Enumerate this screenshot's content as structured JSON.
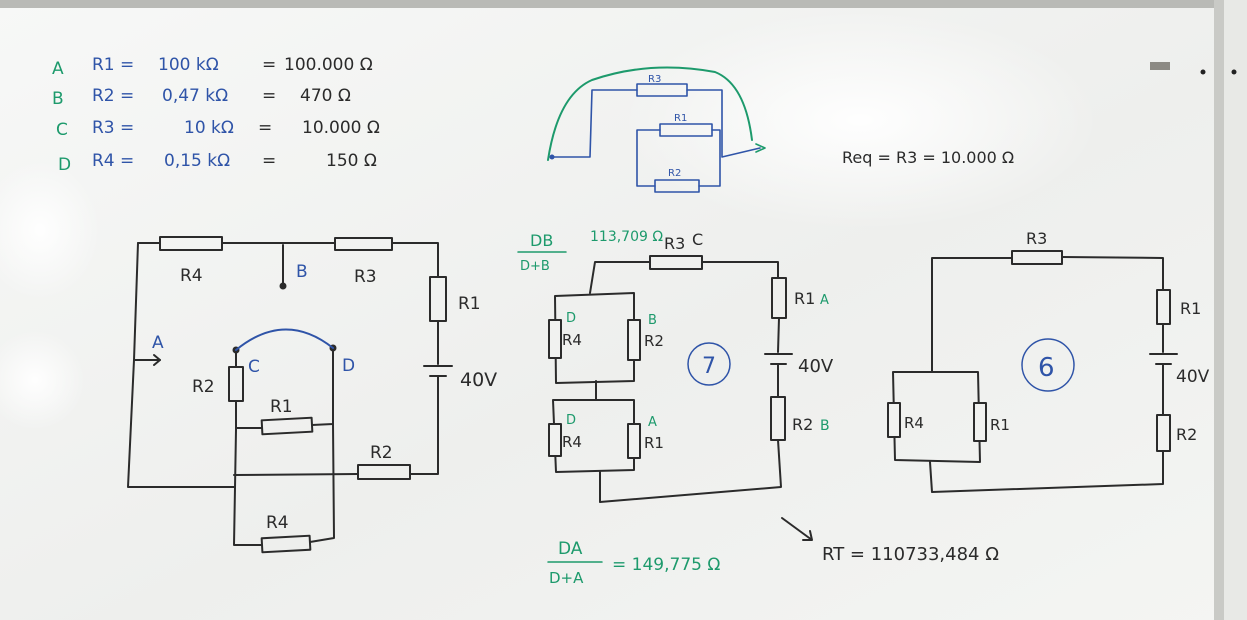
{
  "values": {
    "rows": [
      {
        "letter": "A",
        "name": "R1 =",
        "kohm": "100 kΩ",
        "eq": "=",
        "ohm": "100.000 Ω"
      },
      {
        "letter": "B",
        "name": "R2 =",
        "kohm": "0,47 kΩ",
        "eq": "=",
        "ohm": "470 Ω"
      },
      {
        "letter": "C",
        "name": "R3 =",
        "kohm": "10 kΩ",
        "eq": "=",
        "ohm": "10.000 Ω"
      },
      {
        "letter": "D",
        "name": "R4 =",
        "kohm": "0,15 kΩ",
        "eq": "=",
        "ohm": "150 Ω"
      }
    ]
  },
  "circuit1": {
    "r4": "R4",
    "r3": "R3",
    "r1": "R1",
    "r2_top": "R2",
    "r1_mid": "R1",
    "r2_bottom": "R2",
    "r4_bottom": "R4",
    "node_a": "A",
    "node_b": "B",
    "node_c": "C",
    "node_d": "D",
    "battery": "40V"
  },
  "small_diagram": {
    "r3": "R3",
    "r1": "R1",
    "r2": "R2"
  },
  "req": "Req = R3 = 10.000 Ω",
  "circuit7": {
    "fraction_top": "DB",
    "fraction_bottom": "D+B",
    "value_top": "113,709 Ω",
    "r3": "R3",
    "c": "C",
    "r1": "R1",
    "a_right": "A",
    "battery": "40V",
    "r2": "R2",
    "b_right": "B",
    "d_upper": "D",
    "r4_upper": "R4",
    "b_upper": "B",
    "r2_upper": "R2",
    "d_lower": "D",
    "r4_lower": "R4",
    "a_lower": "A",
    "r1_lower": "R1",
    "number": "7",
    "bottom_frac_top": "DA",
    "bottom_frac_bottom": "D+A",
    "bottom_value": "= 149,775 Ω"
  },
  "rt": "RT = 110733,484 Ω",
  "circuit6": {
    "r3": "R3",
    "r1": "R1",
    "battery": "40V",
    "r2": "R2",
    "r4": "R4",
    "r1_left": "R1",
    "number": "6"
  },
  "colors": {
    "black": "#2b2b2b",
    "blue": "#2f54a8",
    "green": "#1d9a6c",
    "board": "#f2f3f1"
  }
}
